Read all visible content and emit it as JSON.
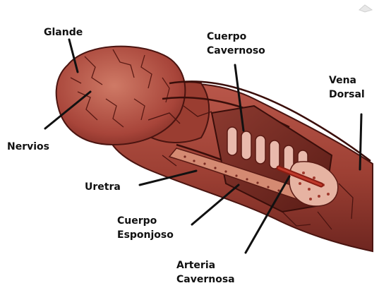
{
  "labels": {
    "glande": "Glande",
    "nervios": "Nervios",
    "cuerpo_cavernoso": [
      "Cuerpo",
      "Cavernoso"
    ],
    "vena_dorsal": [
      "Vena",
      "Dorsal"
    ],
    "uretra": "Uretra",
    "cuerpo_esponjoso": [
      "Cuerpo",
      "Esponjoso"
    ],
    "arteria_cavernosa": [
      "Arteria",
      "Cavernosa"
    ]
  },
  "colors": {
    "skin": "#a8453a",
    "skin_dark": "#6e2620",
    "skin_light": "#cf7a66",
    "tissue_pink": "#e9b9ac",
    "vessel": "#4a1410",
    "leader_line": "#111111"
  }
}
